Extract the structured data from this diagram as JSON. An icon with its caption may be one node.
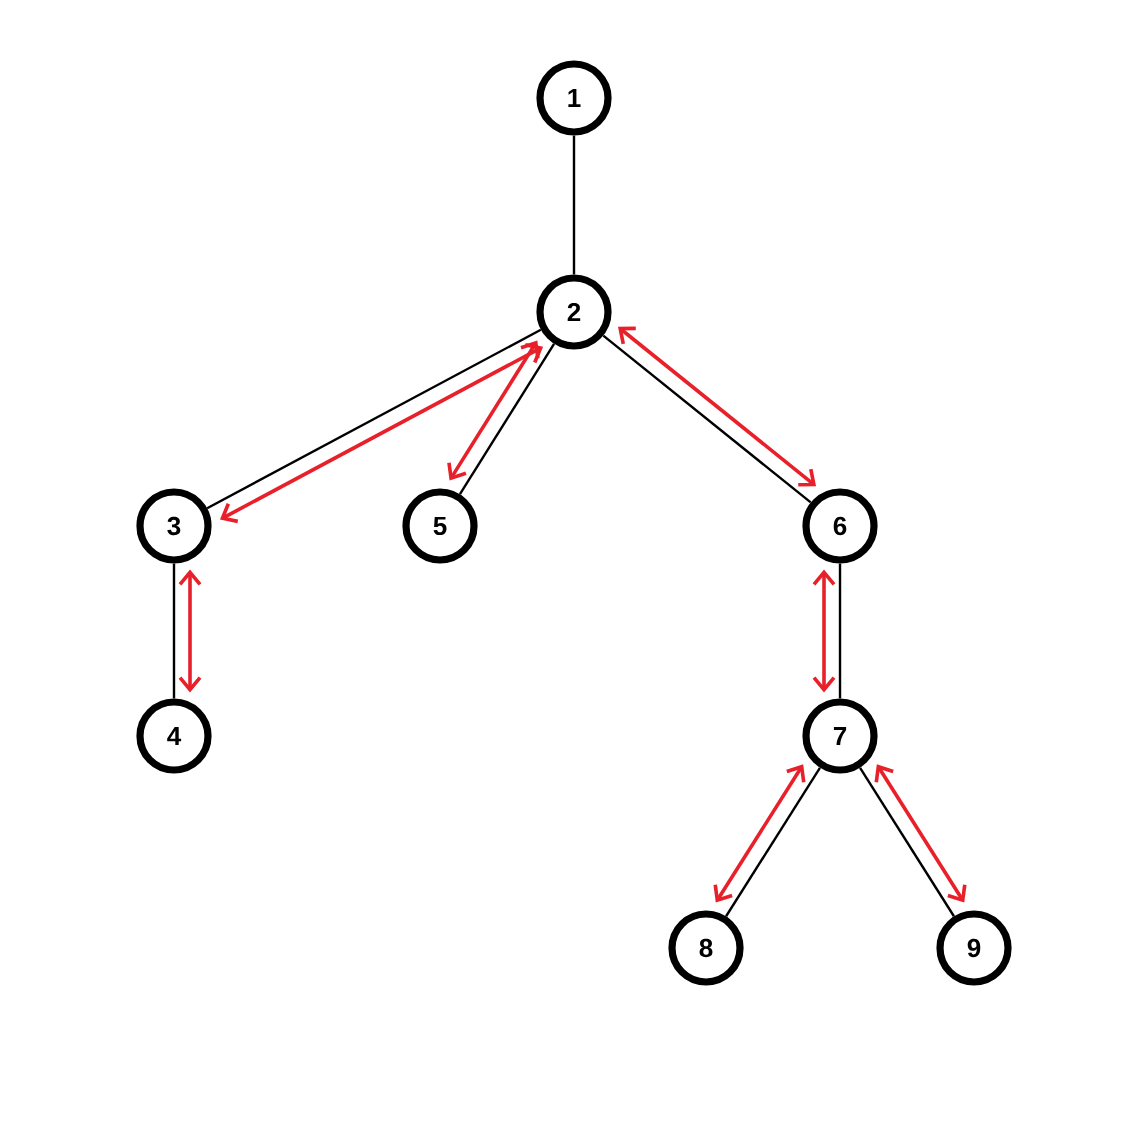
{
  "diagram": {
    "nodes": [
      {
        "text": [
          "1"
        ]
      },
      {
        "text": [
          "2"
        ]
      },
      {
        "text": [
          "3"
        ]
      },
      {
        "text": [
          "5"
        ]
      },
      {
        "text": [
          "6"
        ]
      },
      {
        "text": [
          "4"
        ]
      },
      {
        "text": [
          "7"
        ]
      },
      {
        "text": [
          "8"
        ]
      },
      {
        "text": [
          "9"
        ]
      }
    ],
    "edges": [
      {
        "from": 0,
        "to": 1,
        "arrow": "none"
      },
      {
        "from": 1,
        "to": 2,
        "arrow": "none"
      },
      {
        "from": 1,
        "to": 3,
        "arrow": "none"
      },
      {
        "from": 1,
        "to": 4,
        "arrow": "none"
      },
      {
        "from": 2,
        "to": 5,
        "arrow": "none"
      },
      {
        "from": 4,
        "to": 6,
        "arrow": "none"
      },
      {
        "from": 6,
        "to": 7,
        "arrow": "none"
      },
      {
        "from": 6,
        "to": 8,
        "arrow": "none"
      },
      {
        "from": 1,
        "to": 2,
        "arrow": "both",
        "color": "#e8202a"
      },
      {
        "from": 1,
        "to": 3,
        "arrow": "both",
        "color": "#e8202a"
      },
      {
        "from": 1,
        "to": 4,
        "arrow": "both",
        "color": "#e8202a"
      },
      {
        "from": 2,
        "to": 5,
        "arrow": "both",
        "color": "#e8202a"
      },
      {
        "from": 4,
        "to": 6,
        "arrow": "both",
        "color": "#e8202a"
      },
      {
        "from": 6,
        "to": 7,
        "arrow": "both",
        "color": "#e8202a"
      },
      {
        "from": 6,
        "to": 8,
        "arrow": "both",
        "color": "#e8202a"
      }
    ]
  }
}
